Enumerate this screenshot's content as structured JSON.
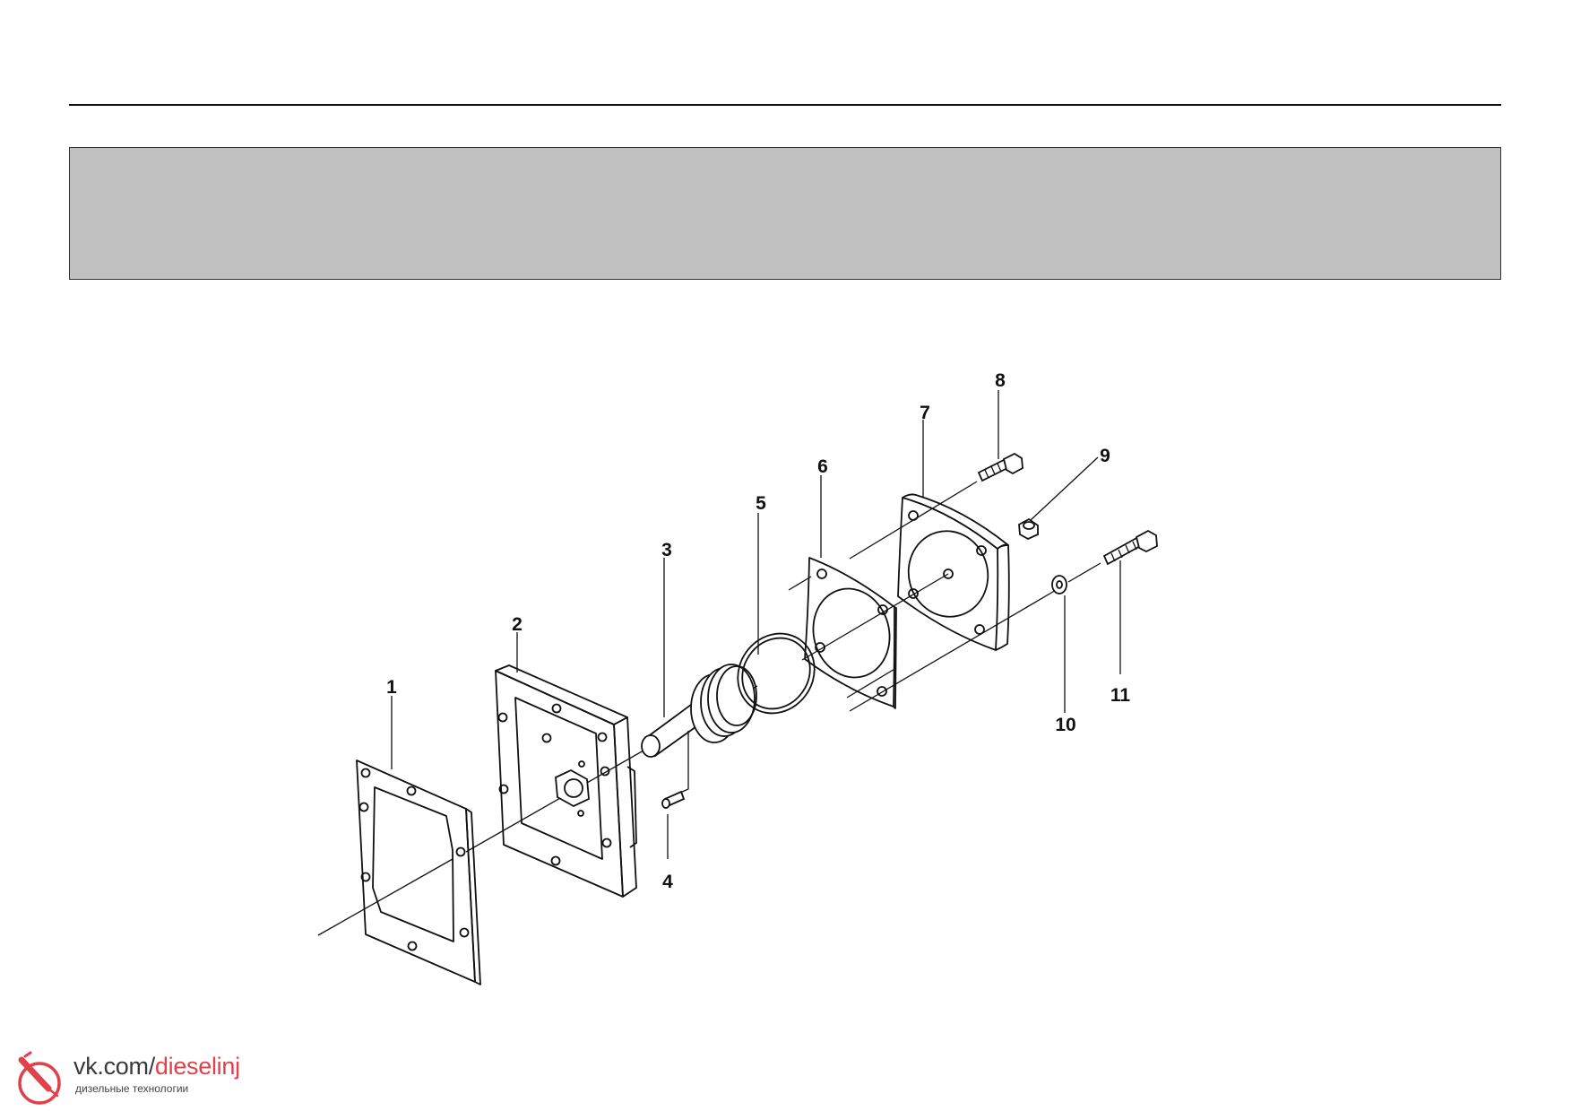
{
  "diagram": {
    "callouts": [
      "1",
      "2",
      "3",
      "4",
      "5",
      "6",
      "7",
      "8",
      "9",
      "10",
      "11"
    ]
  },
  "watermark": {
    "prefix": "vk.com/",
    "accent": "dieselinj",
    "subtitle": "дизельные технологии",
    "accent_color": "#e0414a"
  }
}
